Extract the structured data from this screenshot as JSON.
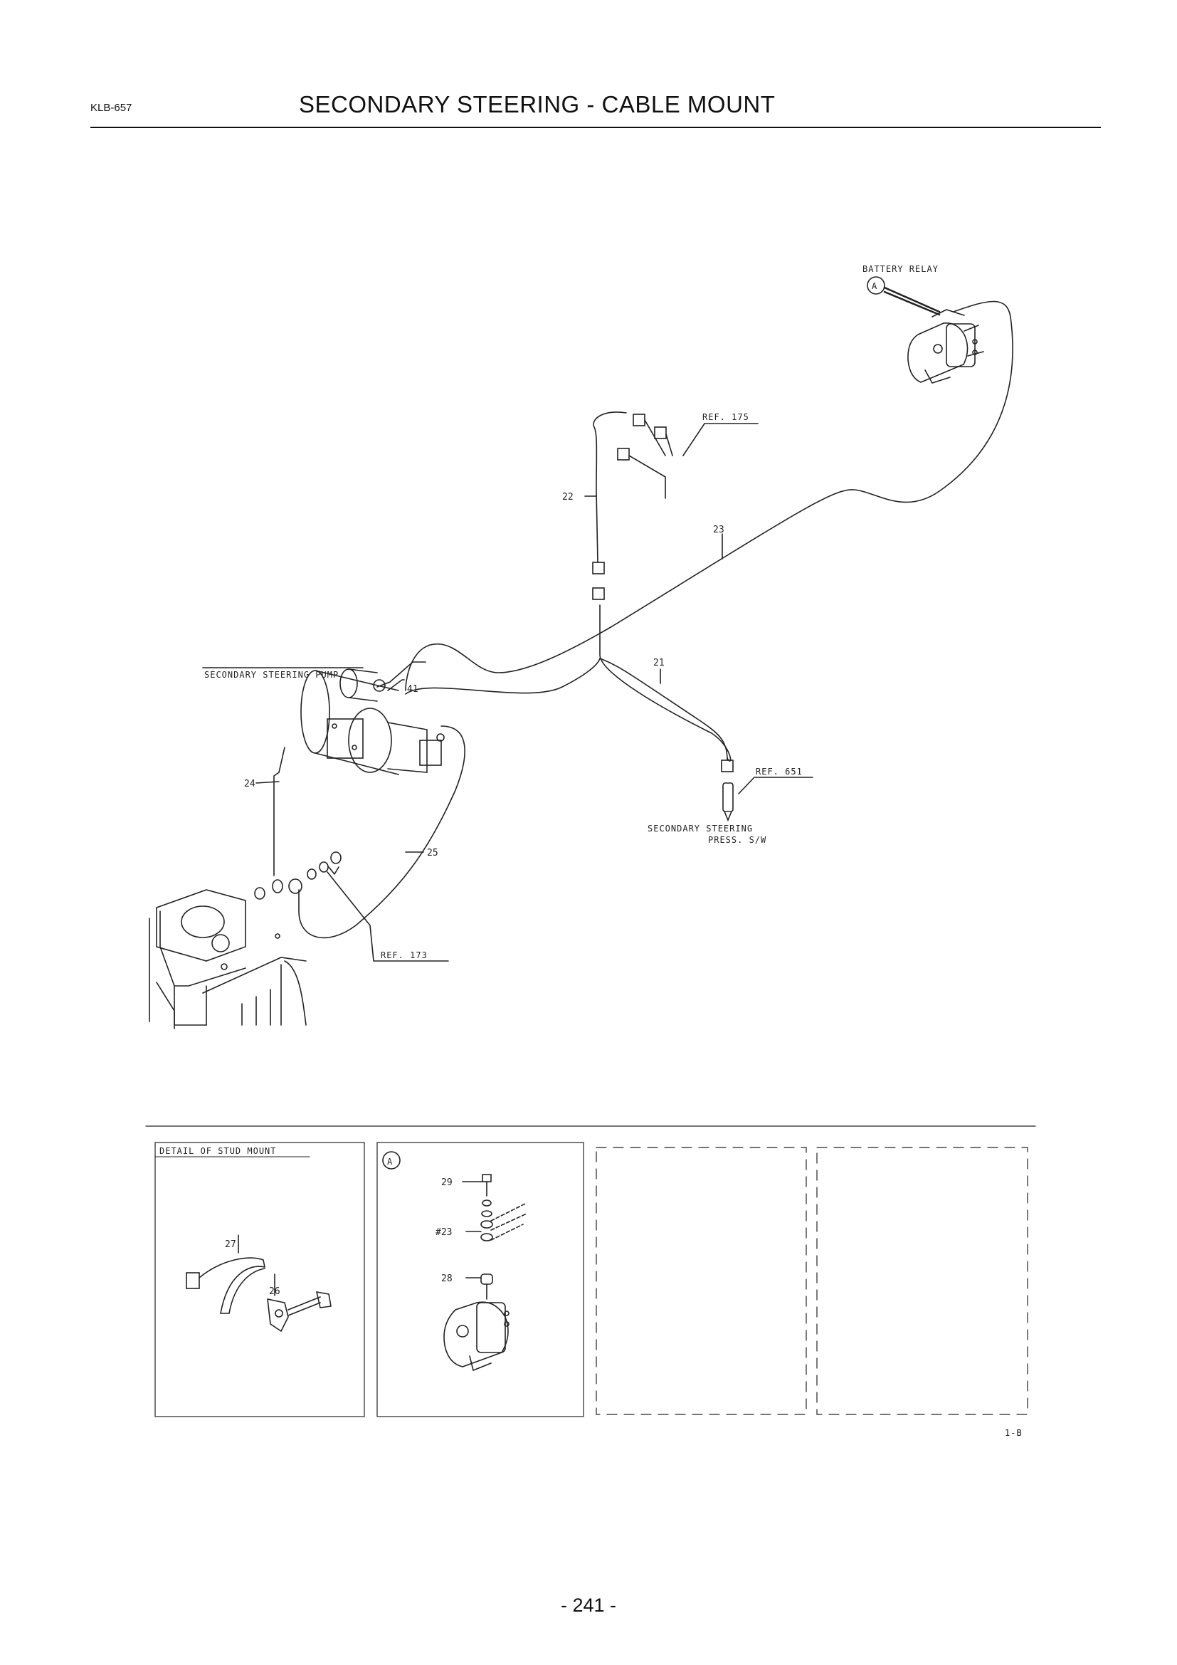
{
  "header": {
    "code": "KLB-657",
    "title": "SECONDARY STEERING - CABLE MOUNT"
  },
  "diagram": {
    "labels": {
      "battery_relay": "BATTERY RELAY",
      "ref_175": "REF. 175",
      "ref_651": "REF. 651",
      "ref_173": "REF. 173",
      "pump": "SECONDARY STEERING PUMP",
      "press_sw_line1": "SECONDARY STEERING",
      "press_sw_line2": "PRESS. S/W",
      "detail_stud": "DETAIL OF STUD MOUNT",
      "callout_a": "A"
    },
    "part_numbers": {
      "p21": "21",
      "p22": "22",
      "p23": "23",
      "p24": "24",
      "p25": "25",
      "p41": "41",
      "p27": "27",
      "p26": "26",
      "p29": "29",
      "p23b": "#23",
      "p28": "28"
    }
  },
  "footer": {
    "sheet_code": "1-B",
    "page_number": "- 241 -"
  }
}
